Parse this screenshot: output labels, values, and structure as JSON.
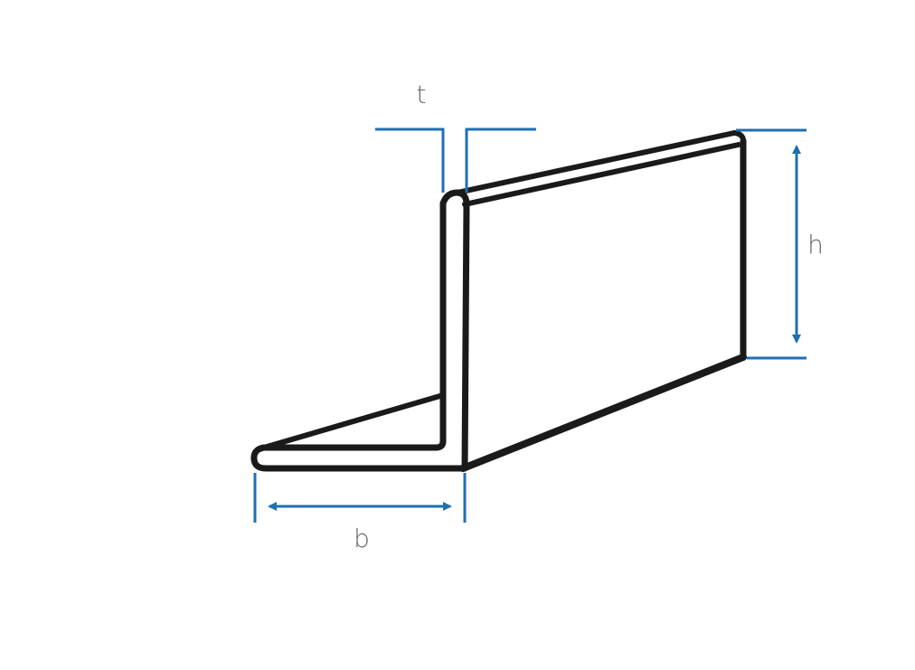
{
  "diagram": {
    "labels": {
      "thickness": "t",
      "height": "h",
      "base": "b"
    },
    "colors": {
      "profile_stroke": "#1a1a1a",
      "dimension": "#1f6fb2",
      "label_text": "#666666",
      "background": "#ffffff"
    }
  }
}
